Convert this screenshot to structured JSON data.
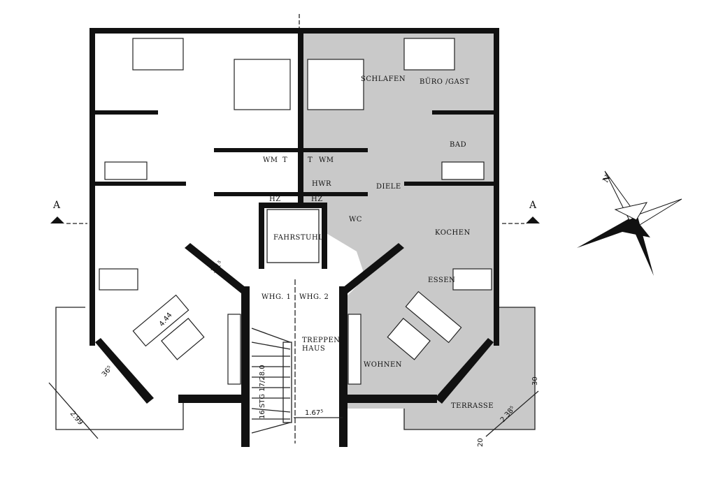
{
  "plan": {
    "colors": {
      "unit2_fill": "#c9c9c9",
      "wall": "#111111",
      "background": "#ffffff"
    },
    "rooms_unit2": {
      "schlafen": "SCHLAFEN",
      "buero": "BÜRO /GAST",
      "bad": "BAD",
      "hwr": "HWR",
      "diele": "DIELE",
      "kochen": "KOCHEN",
      "essen": "ESSEN",
      "wohnen": "WOHNEN",
      "terrasse": "TERRASSE",
      "wc": "WC"
    },
    "core": {
      "fahrstuhl": "FAHRSTUHL",
      "whg1": "WHG. 1",
      "whg2": "WHG. 2",
      "treppenhaus_1": "TREPPEN-",
      "treppenhaus_2": "HAUS",
      "hz_left": "HZ",
      "hz_right": "HZ",
      "wm_left": "WM",
      "t_left": "T",
      "t_right": "T",
      "wm_right": "WM",
      "stairs": "16 STG 17/28.0"
    },
    "dimensions": {
      "living_width": "4.44",
      "corner_left": "36⁵",
      "door_left": "1.1⁵",
      "terrace_left": "2.99",
      "stair_width": "1.67⁵",
      "terrace_right": "2.38⁵",
      "small_right_top": "30",
      "small_right_bottom": "20"
    },
    "section": {
      "left": "A",
      "right": "A"
    },
    "compass": {
      "north": "N"
    }
  }
}
